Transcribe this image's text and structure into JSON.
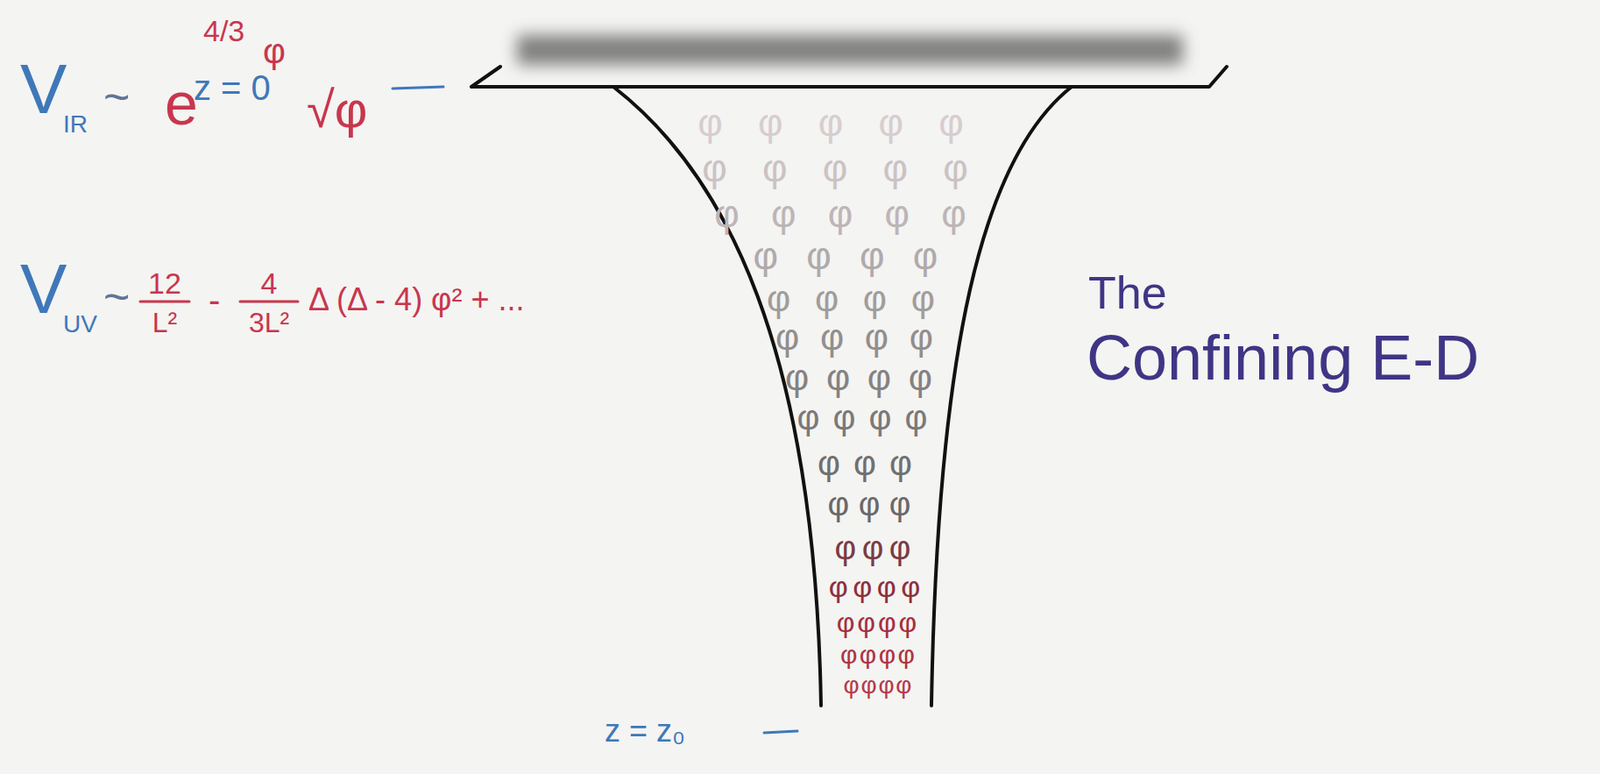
{
  "diagram": {
    "labels": [
      "z = 0",
      "V",
      "IR",
      "~",
      "e",
      "4/3",
      "φ",
      "√φ",
      "V",
      "UV",
      "~",
      "12",
      "L²",
      "-",
      "4",
      "3L²",
      "Δ (Δ - 4) φ² + ...",
      "φ φ φ φ φ",
      "φ φ φ φ φ",
      "φ φ φ φ φ",
      "φ φ φ φ",
      "φ φ φ φ",
      "φ φ φ φ",
      "φ φ φ φ",
      "φ φ φ φ",
      "φ φ φ",
      "φ φ φ",
      "φ φ φ",
      "φ φ φ φ",
      "φ φ φ φ",
      "φ φ φ φ",
      "φ φ φ φ",
      "The",
      "Confining E-D",
      "z = z₀"
    ]
  }
}
